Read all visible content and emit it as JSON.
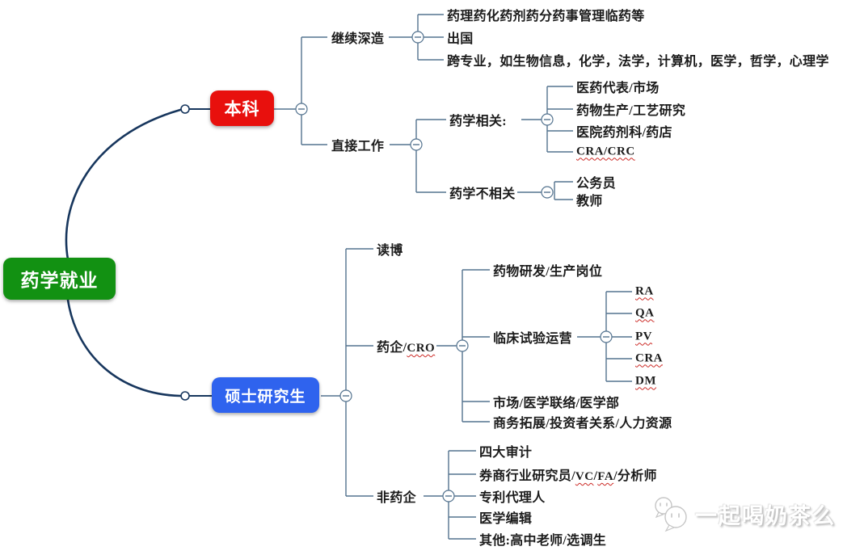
{
  "colors": {
    "rootGreen": "#129112",
    "bachelorRed": "#e8100d",
    "masterBlue": "#2f63ee",
    "curveNavy": "#17365d",
    "branchSlate": "#54738f",
    "wavyRed": "#cc2a26",
    "textDark": "#1b1b1b"
  },
  "tree": {
    "root": "药学就业",
    "bachelor": {
      "label": "本科",
      "further_study": {
        "label": "继续深造",
        "majors": "药理药化药剂药分药事管理临药等",
        "abroad": "出国",
        "cross": "跨专业，如生物信息，化学，法学，计算机，医学，哲学，心理学"
      },
      "direct_work": {
        "label": "直接工作",
        "pharma_related": {
          "label": "药学相关:",
          "rep": "医药代表/市场",
          "production": "药物生产/工艺研究",
          "hospital": "医院药剂科/药店",
          "cra_crc": "CRA/CRC"
        },
        "pharma_unrelated": {
          "label": "药学不相关",
          "civil_servant": "公务员",
          "teacher": "教师"
        }
      }
    },
    "master": {
      "label": "硕士研究生",
      "phd": "读博",
      "pharma_cro": {
        "pre": "药企/",
        "en": "CRO",
        "rnd": "药物研发/生产岗位",
        "clinical": {
          "label": "临床试验运营",
          "ra": "RA",
          "qa": "QA",
          "pv": "PV",
          "cra": "CRA",
          "dm": "DM"
        },
        "market": "市场/医学联络/医学部",
        "bd": "商务拓展/投资者关系/人力资源"
      },
      "non_pharma": {
        "label": "非药企",
        "audit": "四大审计",
        "securities": {
          "p1": "券商行业研究员/",
          "vc": "VC",
          "s1": "/",
          "fa": "FA",
          "p2": "/分析师"
        },
        "patent": "专利代理人",
        "editor": "医学编辑",
        "other": "其他:高中老师/选调生"
      }
    }
  },
  "watermark": {
    "label": "一起喝奶茶么",
    "icon": "chat-bubbles-icon"
  }
}
